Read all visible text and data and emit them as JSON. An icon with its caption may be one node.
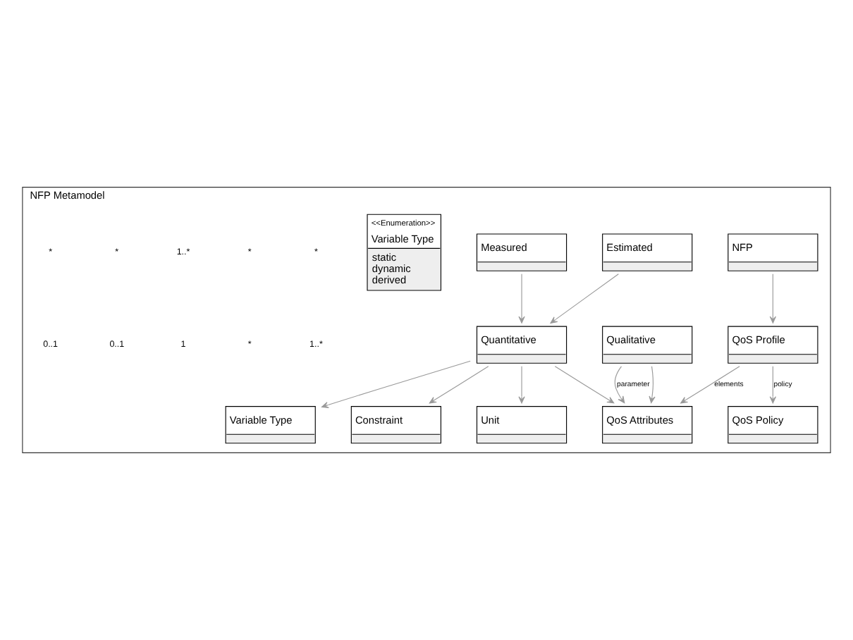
{
  "diagram": {
    "nodes": [
      {
        "text": [
          "NFP Metamodel"
        ]
      },
      {
        "text": [
          "NFP"
        ],
        "in": 0
      },
      {
        "text": [
          "QoS Policy"
        ],
        "in": 0
      },
      {
        "text": [
          "QoS Profile"
        ],
        "in": 0
      },
      {
        "text": [
          "QoS Attributes"
        ],
        "in": 0
      },
      {
        "text": [
          "Variable Type"
        ],
        "in": 0
      },
      {
        "text": [
          "Quantitative"
        ],
        "in": 0
      },
      {
        "text": [
          "Constraint"
        ],
        "in": 0
      },
      {
        "text": [
          "Qualitative"
        ],
        "in": 0
      },
      {
        "text": [
          "Unit"
        ],
        "in": 0
      },
      {
        "text": [
          "Estimated"
        ],
        "in": 0
      },
      {
        "text": [
          "Measured"
        ],
        "in": 0
      },
      {
        "text": [
          "<<Enumeration>>",
          "Variable Type",
          "static dynamic derived"
        ],
        "in": 0
      }
    ],
    "edges": [
      {
        "from": 1,
        "to": 3,
        "arrow": "to"
      },
      {
        "from": 3,
        "to": 2,
        "arrow": "to",
        "label": "policy"
      },
      {
        "from": 3,
        "to": 4,
        "arrow": "to",
        "label": "elements"
      },
      {
        "from": 8,
        "to": 4,
        "arrow": "to",
        "label": "parameter"
      },
      {
        "from": 6,
        "to": 4,
        "arrow": "to"
      },
      {
        "from": 8,
        "to": 4,
        "arrow": "to"
      },
      {
        "from": 6,
        "to": 5,
        "arrow": "to"
      },
      {
        "from": 6,
        "to": 9,
        "arrow": "to"
      },
      {
        "from": 6,
        "to": 7,
        "arrow": "to"
      },
      {
        "from": 10,
        "to": 6,
        "arrow": "to"
      },
      {
        "from": 11,
        "to": 6,
        "arrow": "to"
      }
    ],
    "labels": [
      "*",
      "*",
      "1..*",
      "*",
      "*",
      "1..*",
      "*",
      "1",
      "0..1",
      "0..1"
    ]
  }
}
